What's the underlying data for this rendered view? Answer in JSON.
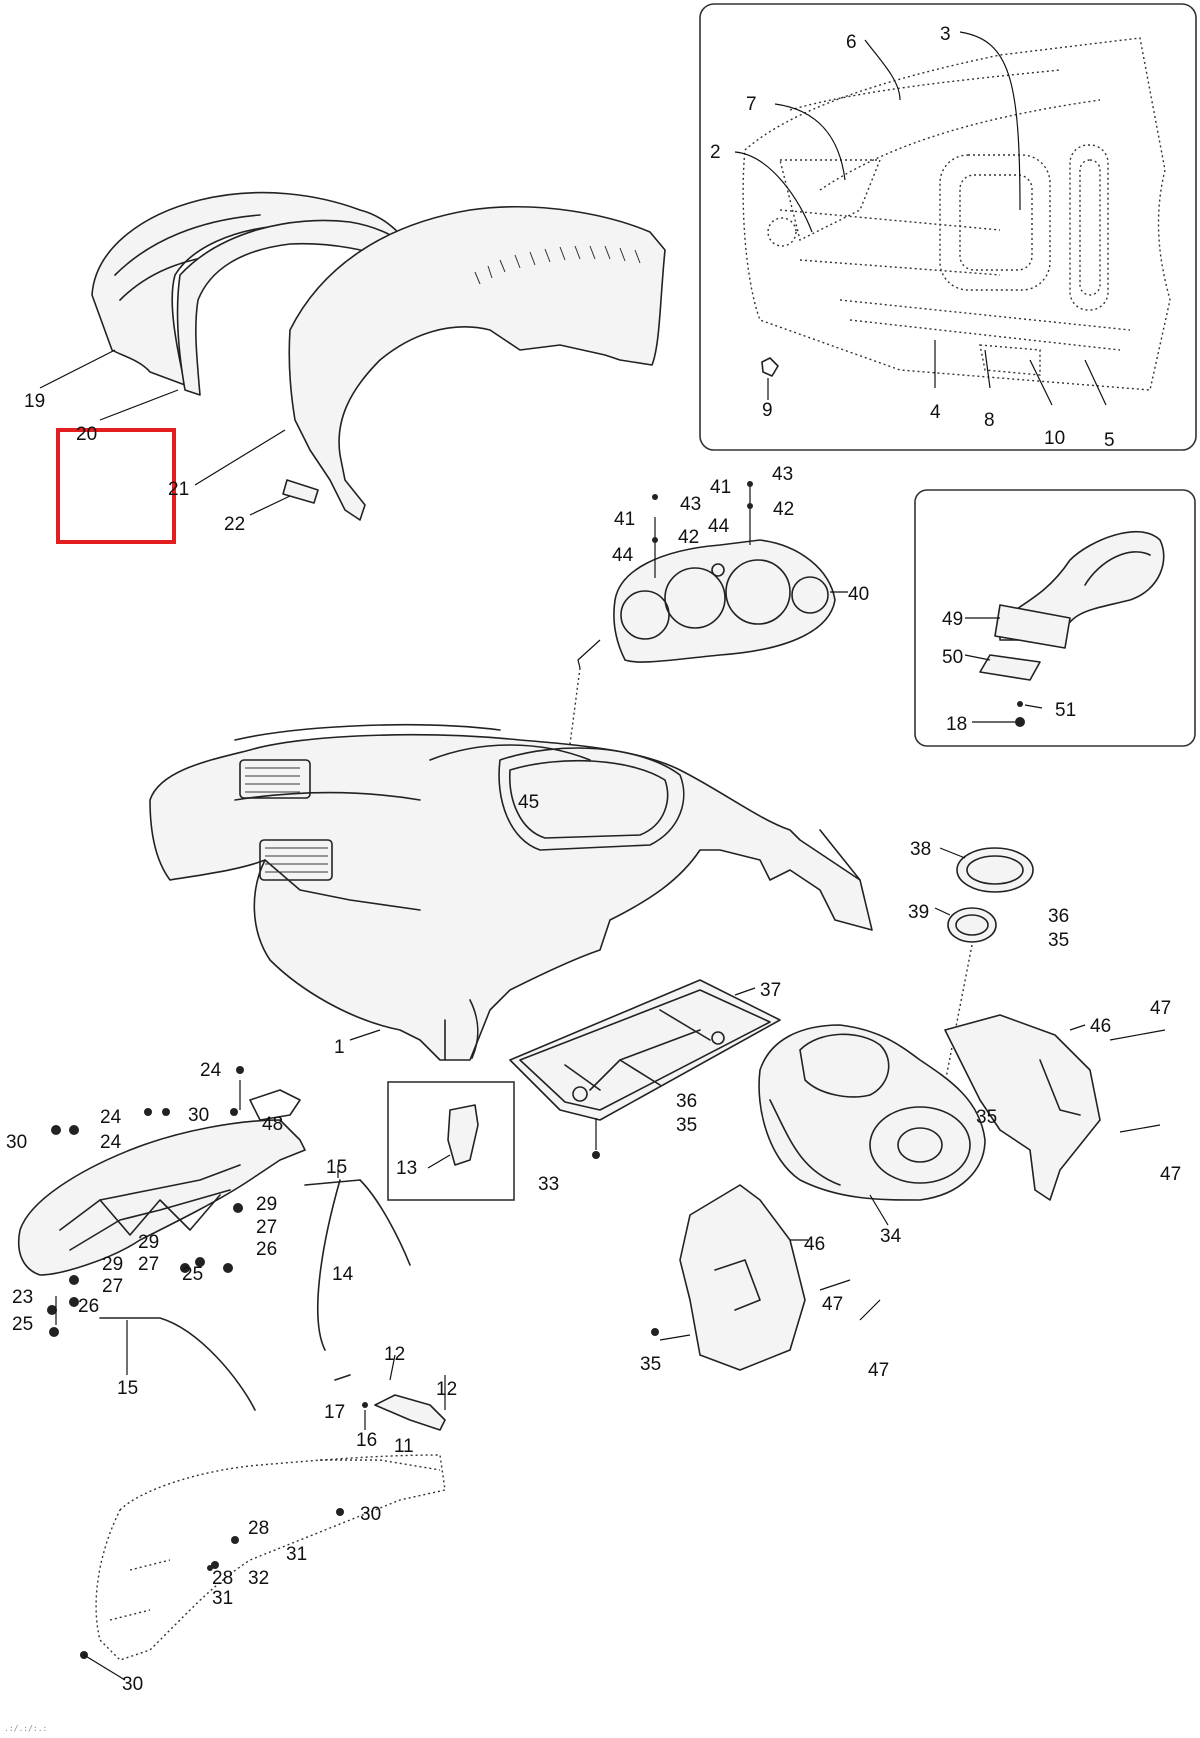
{
  "callouts": [
    {
      "id": "c19",
      "text": "19"
    },
    {
      "id": "c20",
      "text": "20"
    },
    {
      "id": "c21",
      "text": "21"
    },
    {
      "id": "c22",
      "text": "22"
    },
    {
      "id": "c6",
      "text": "6"
    },
    {
      "id": "c3",
      "text": "3"
    },
    {
      "id": "c7",
      "text": "7"
    },
    {
      "id": "c2",
      "text": "2"
    },
    {
      "id": "c9",
      "text": "9"
    },
    {
      "id": "c4",
      "text": "4"
    },
    {
      "id": "c8",
      "text": "8"
    },
    {
      "id": "c10",
      "text": "10"
    },
    {
      "id": "c5",
      "text": "5"
    },
    {
      "id": "c43a",
      "text": "43"
    },
    {
      "id": "c41a",
      "text": "41"
    },
    {
      "id": "c43b",
      "text": "43"
    },
    {
      "id": "c42a",
      "text": "42"
    },
    {
      "id": "c41b",
      "text": "41"
    },
    {
      "id": "c44a",
      "text": "44"
    },
    {
      "id": "c42b",
      "text": "42"
    },
    {
      "id": "c44b",
      "text": "44"
    },
    {
      "id": "c40",
      "text": "40"
    },
    {
      "id": "c49",
      "text": "49"
    },
    {
      "id": "c50",
      "text": "50"
    },
    {
      "id": "c51",
      "text": "51"
    },
    {
      "id": "c18",
      "text": "18"
    },
    {
      "id": "c45",
      "text": "45"
    },
    {
      "id": "c38",
      "text": "38"
    },
    {
      "id": "c39",
      "text": "39"
    },
    {
      "id": "c36a",
      "text": "36"
    },
    {
      "id": "c35a",
      "text": "35"
    },
    {
      "id": "c37",
      "text": "37"
    },
    {
      "id": "c1",
      "text": "1"
    },
    {
      "id": "c47a",
      "text": "47"
    },
    {
      "id": "c46a",
      "text": "46"
    },
    {
      "id": "c36b",
      "text": "36"
    },
    {
      "id": "c35b",
      "text": "35"
    },
    {
      "id": "c35c",
      "text": "35"
    },
    {
      "id": "c47b",
      "text": "47"
    },
    {
      "id": "c13",
      "text": "13"
    },
    {
      "id": "c33",
      "text": "33"
    },
    {
      "id": "c34",
      "text": "34"
    },
    {
      "id": "c46b",
      "text": "46"
    },
    {
      "id": "c47c",
      "text": "47"
    },
    {
      "id": "c35d",
      "text": "35"
    },
    {
      "id": "c47d",
      "text": "47"
    },
    {
      "id": "c24a",
      "text": "24"
    },
    {
      "id": "c24b",
      "text": "24"
    },
    {
      "id": "c30a",
      "text": "30"
    },
    {
      "id": "c48",
      "text": "48"
    },
    {
      "id": "c30b",
      "text": "30"
    },
    {
      "id": "c24c",
      "text": "24"
    },
    {
      "id": "c15a",
      "text": "15"
    },
    {
      "id": "c29a",
      "text": "29"
    },
    {
      "id": "c27a",
      "text": "27"
    },
    {
      "id": "c29b",
      "text": "29"
    },
    {
      "id": "c26a",
      "text": "26"
    },
    {
      "id": "c27b",
      "text": "27"
    },
    {
      "id": "c25a",
      "text": "25"
    },
    {
      "id": "c29c",
      "text": "29"
    },
    {
      "id": "c27c",
      "text": "27"
    },
    {
      "id": "c23",
      "text": "23"
    },
    {
      "id": "c26b",
      "text": "26"
    },
    {
      "id": "c25b",
      "text": "25"
    },
    {
      "id": "c14",
      "text": "14"
    },
    {
      "id": "c15b",
      "text": "15"
    },
    {
      "id": "c12a",
      "text": "12"
    },
    {
      "id": "c12b",
      "text": "12"
    },
    {
      "id": "c17",
      "text": "17"
    },
    {
      "id": "c16",
      "text": "16"
    },
    {
      "id": "c11",
      "text": "11"
    },
    {
      "id": "c30c",
      "text": "30"
    },
    {
      "id": "c28a",
      "text": "28"
    },
    {
      "id": "c31a",
      "text": "31"
    },
    {
      "id": "c28b",
      "text": "28"
    },
    {
      "id": "c32",
      "text": "32"
    },
    {
      "id": "c31b",
      "text": "31"
    },
    {
      "id": "c30d",
      "text": "30"
    }
  ],
  "footer_mark": ".:/.:/:.:"
}
